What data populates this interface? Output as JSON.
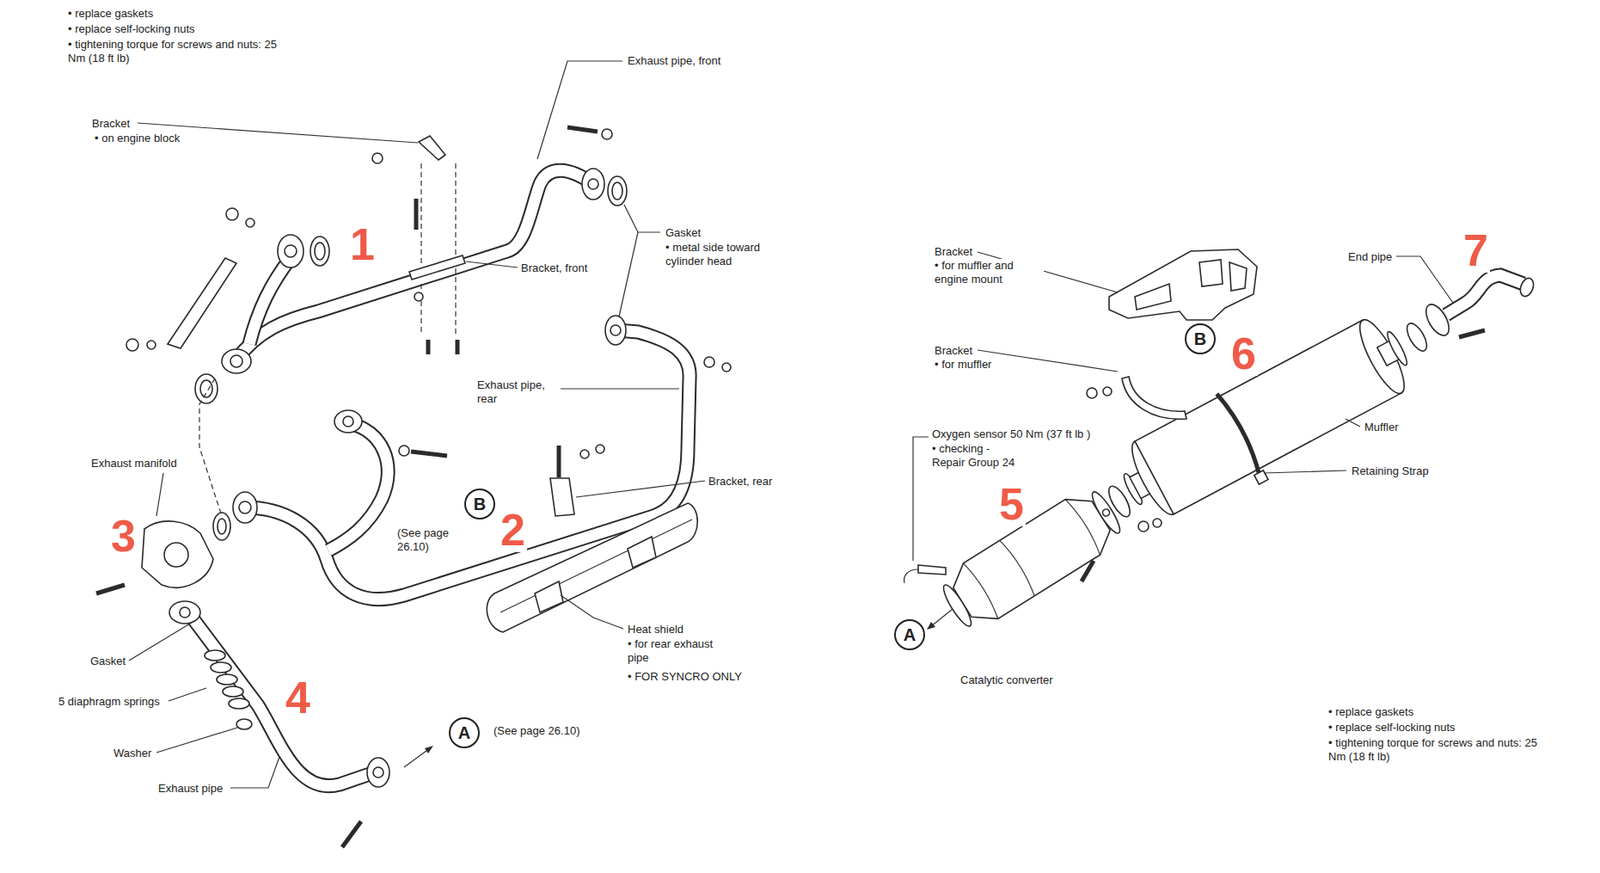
{
  "diagram": {
    "nodes": [
      {
        "text": [
          "B"
        ]
      },
      {
        "text": [
          "A"
        ]
      },
      {
        "text": [
          "B"
        ]
      },
      {
        "text": [
          "A"
        ]
      }
    ],
    "labels": [
      "• replace gaskets",
      "• replace self-locking nuts",
      "• tightening torque for screws and nuts: 25 Nm (18 ft lb)",
      "Bracket",
      "• on engine block",
      "Exhaust pipe, front",
      "1",
      "Gasket",
      "• metal side toward cylinder head",
      "Bracket, front",
      "Exhaust pipe, rear",
      "Exhaust manifold",
      "(See page 26.10)",
      "2",
      "Bracket, rear",
      "3",
      "Heat shield",
      "• for rear exhaust pipe",
      "• FOR SYNCRO ONLY",
      "Gasket",
      "5 diaphragm springs",
      "Washer",
      "4",
      "Exhaust pipe",
      "(See page 26.10)",
      "Bracket",
      "• for muffler and engine mount",
      "7",
      "End pipe",
      "Bracket",
      "• for muffler",
      "6",
      "Muffler",
      "Oxygen sensor 50 Nm (37 ft lb )",
      "• checking - Repair Group 24",
      "Retaining Strap",
      "5",
      "Catalytic converter",
      "• replace gaskets",
      "• replace self-locking nuts",
      "• tightening torque for screws and nuts: 25 Nm (18 ft lb)"
    ]
  }
}
